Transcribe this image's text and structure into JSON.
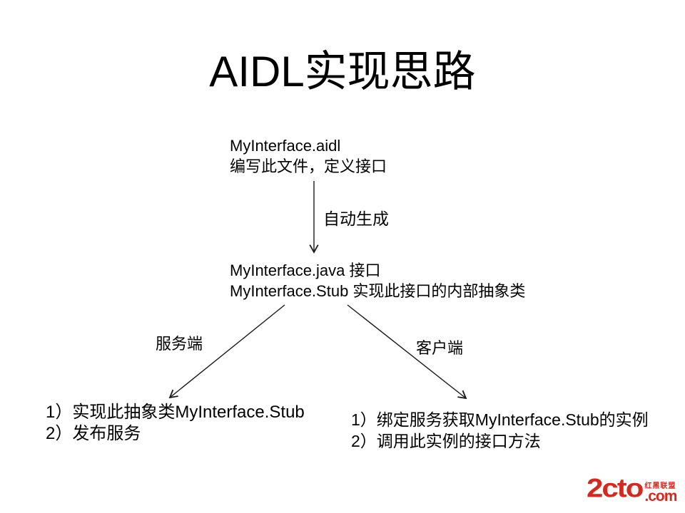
{
  "slide": {
    "title": "AIDL实现思路",
    "background_color": "#ffffff",
    "text_color": "#000000"
  },
  "diagram": {
    "aidl_block": {
      "line1": "MyInterface.aidl",
      "line2": "编写此文件，定义接口"
    },
    "auto_generate_label": "自动生成",
    "java_block": {
      "line1": "MyInterface.java 接口",
      "line2": "MyInterface.Stub 实现此接口的内部抽象类"
    },
    "server_label": "服务端",
    "client_label": "客户端",
    "server_steps": {
      "line1": "1）实现此抽象类MyInterface.Stub",
      "line2": "2）发布服务"
    },
    "client_steps": {
      "line1": "1）绑定服务获取MyInterface.Stub的实例",
      "line2": "2）调用此实例的接口方法"
    }
  },
  "icons": {
    "auto_generate_arrow": "down-arrow",
    "server_arrow": "down-left-arrow",
    "client_arrow": "down-right-arrow"
  },
  "logo": {
    "brand": "2cto",
    "domain": ".com",
    "tagline": "红黑联盟",
    "color": "#d5281e"
  }
}
